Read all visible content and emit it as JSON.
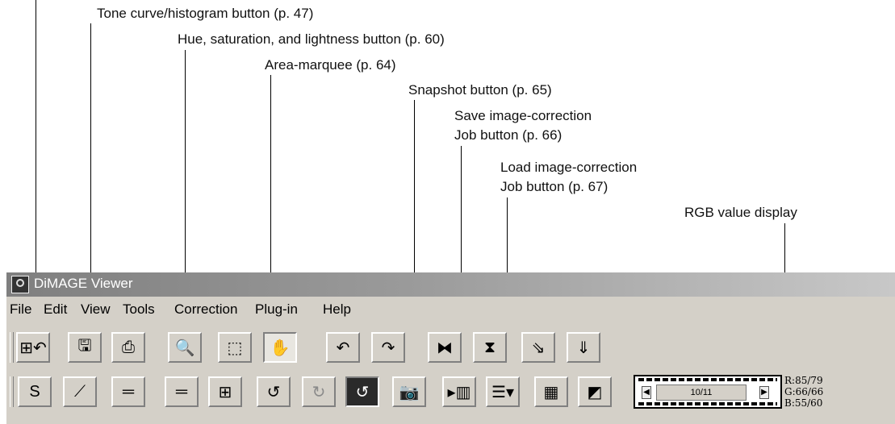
{
  "callouts": {
    "tone_curve": "Tone curve/histogram button (p. 47)",
    "hsl": "Hue, saturation, and lightness button (p. 60)",
    "area_marquee": "Area-marquee (p. 64)",
    "snapshot": "Snapshot button (p. 65)",
    "save_job_1": "Save image-correction",
    "save_job_2": "Job button (p. 66)",
    "load_job_1": "Load image-correction",
    "load_job_2": "Job button  (p. 67)",
    "rgb_display": "RGB value display"
  },
  "window": {
    "title": "DiMAGE Viewer"
  },
  "menu": [
    "File",
    "Edit",
    "View",
    "Tools",
    "Correction",
    "Plug-in",
    "Help"
  ],
  "toolbar1": [
    {
      "name": "browse-icon",
      "glyph": "⊞↶",
      "state": "normal"
    },
    {
      "name": "save-icon",
      "glyph": "🖫",
      "state": "normal"
    },
    {
      "name": "print-icon",
      "glyph": "⎙",
      "state": "normal"
    },
    {
      "name": "zoom-icon",
      "glyph": "🔍",
      "state": "normal"
    },
    {
      "name": "marquee-icon",
      "glyph": "⬚",
      "state": "normal"
    },
    {
      "name": "hand-icon",
      "glyph": "✋",
      "state": "pressed"
    },
    {
      "name": "rotate-left-icon",
      "glyph": "↶",
      "state": "normal"
    },
    {
      "name": "rotate-right-icon",
      "glyph": "↷",
      "state": "normal"
    },
    {
      "name": "flip-horizontal-icon",
      "glyph": "⧓",
      "state": "normal"
    },
    {
      "name": "flip-vertical-icon",
      "glyph": "⧗",
      "state": "normal"
    },
    {
      "name": "export-icon",
      "glyph": "⇘",
      "state": "normal"
    },
    {
      "name": "import-icon",
      "glyph": "⇓",
      "state": "normal"
    }
  ],
  "toolbar2": [
    {
      "name": "auto-correct-icon",
      "glyph": "S",
      "state": "normal"
    },
    {
      "name": "tone-curve-icon",
      "glyph": "⟋",
      "state": "normal"
    },
    {
      "name": "color-balance-icon",
      "glyph": "═",
      "state": "normal"
    },
    {
      "name": "hsl-icon",
      "glyph": "═",
      "state": "normal"
    },
    {
      "name": "variations-icon",
      "glyph": "⊞",
      "state": "normal"
    },
    {
      "name": "undo-icon",
      "glyph": "↺",
      "state": "normal"
    },
    {
      "name": "redo-icon",
      "glyph": "↻",
      "state": "grey"
    },
    {
      "name": "original-icon",
      "glyph": "↺",
      "state": "dark"
    },
    {
      "name": "snapshot-icon",
      "glyph": "📷",
      "state": "normal"
    },
    {
      "name": "save-job-icon",
      "glyph": "▸▥",
      "state": "normal"
    },
    {
      "name": "load-job-icon",
      "glyph": "☰▾",
      "state": "normal"
    },
    {
      "name": "compare-icon",
      "glyph": "▦",
      "state": "normal"
    },
    {
      "name": "window-icon",
      "glyph": "◩",
      "state": "normal"
    }
  ],
  "frame_counter": "10/11",
  "rgb": {
    "r": "R:85/79",
    "g": "G:66/66",
    "b": "B:55/60"
  }
}
